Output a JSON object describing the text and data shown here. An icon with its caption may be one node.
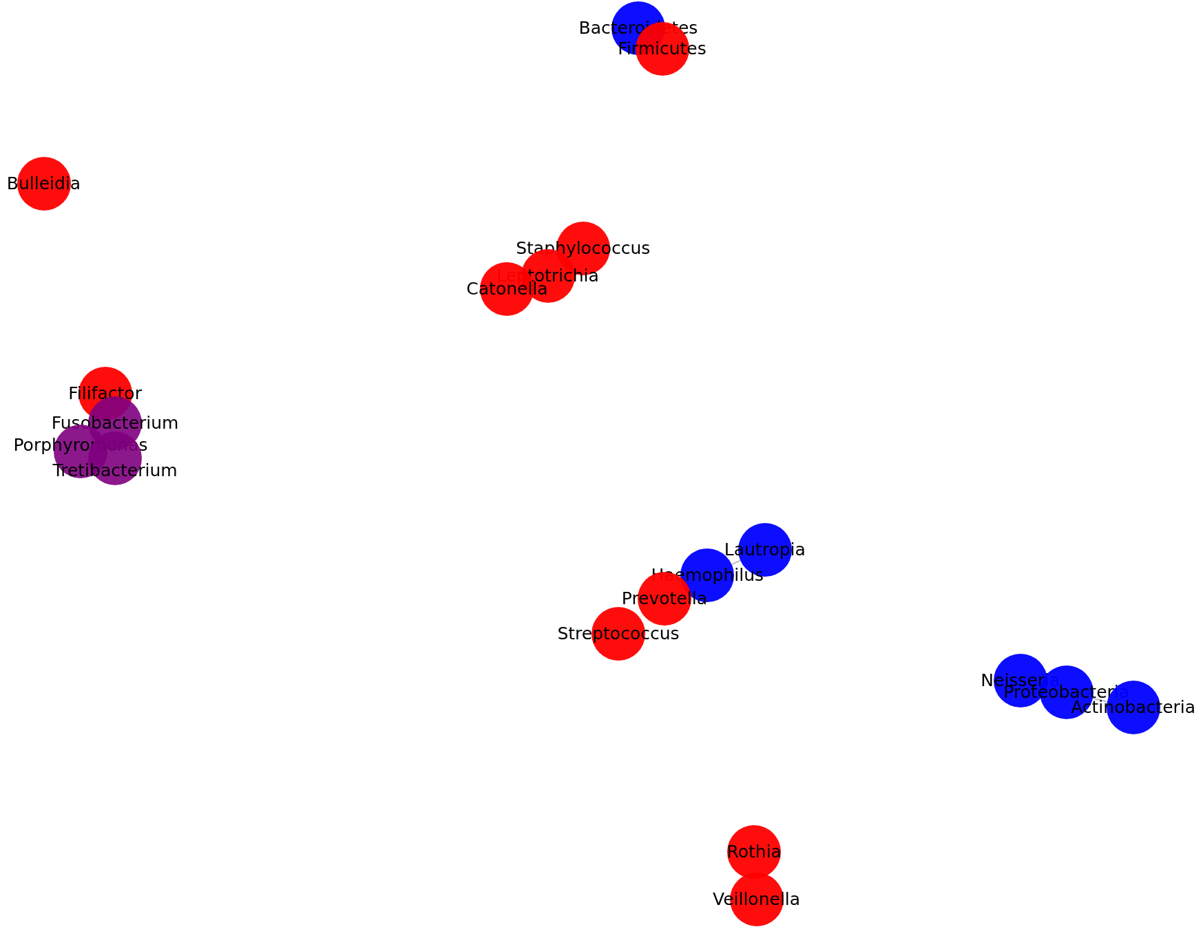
{
  "diagram": {
    "nodes": [
      {
        "text": [
          "Bacteroidetes"
        ]
      },
      {
        "text": [
          "Firmicutes"
        ]
      },
      {
        "text": [
          "Bulleidia"
        ]
      },
      {
        "text": [
          "Staphylococcus"
        ]
      },
      {
        "text": [
          "Leptotrichia"
        ]
      },
      {
        "text": [
          "Catonella"
        ]
      },
      {
        "text": [
          "Filifactor"
        ]
      },
      {
        "text": [
          "Fusobacterium"
        ]
      },
      {
        "text": [
          "Porphyromonas"
        ]
      },
      {
        "text": [
          "Tretibacterium"
        ]
      },
      {
        "text": [
          "Lautropia"
        ]
      },
      {
        "text": [
          "Haemophilus"
        ]
      },
      {
        "text": [
          "Prevotella"
        ]
      },
      {
        "text": [
          "Streptococcus"
        ]
      },
      {
        "text": [
          "Neisseria"
        ]
      },
      {
        "text": [
          "Proteobacteria"
        ]
      },
      {
        "text": [
          "Actinobacteria"
        ]
      },
      {
        "text": [
          "Rothia"
        ]
      },
      {
        "text": [
          "Veillonella"
        ]
      }
    ],
    "edges": [
      {
        "from": 10,
        "to": 11,
        "arrow": "none"
      },
      {
        "from": 15,
        "to": 16,
        "arrow": "none"
      }
    ]
  }
}
